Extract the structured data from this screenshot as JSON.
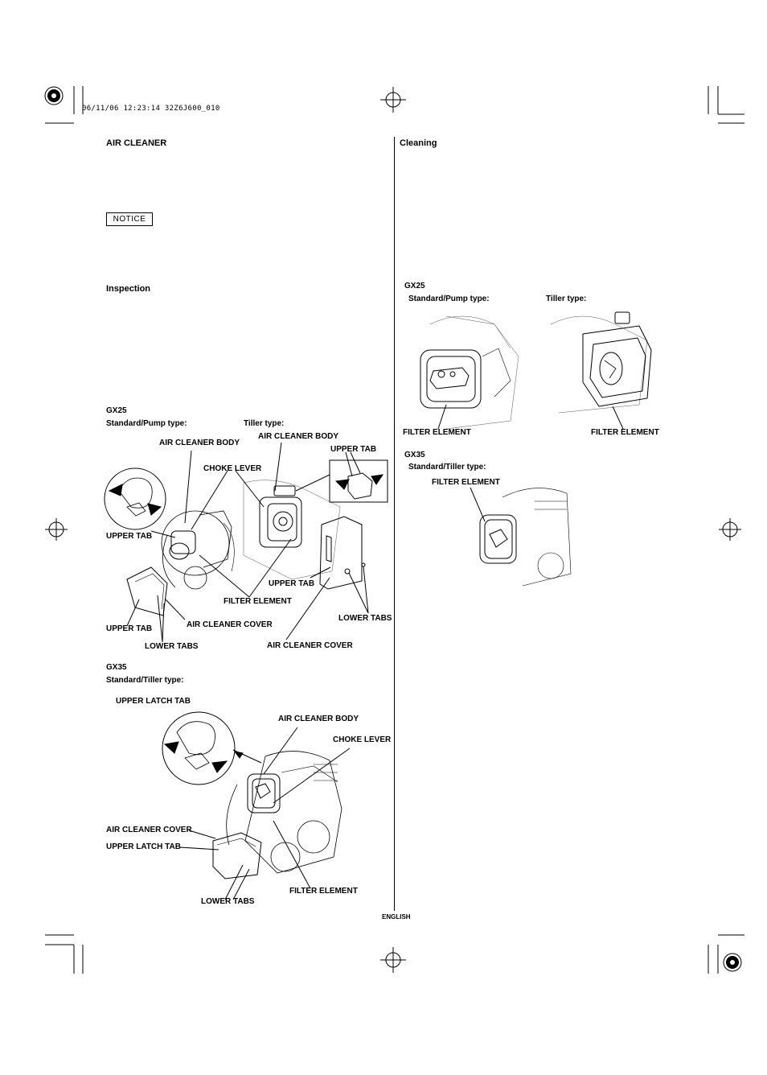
{
  "print_stamp": "06/11/06 12:23:14 32Z6J600_010",
  "left": {
    "title": "AIR CLEANER",
    "notice": "NOTICE",
    "inspection": "Inspection",
    "gx25": {
      "model": "GX25",
      "std_type": "Standard/Pump type:",
      "tiller_type": "Tiller type:",
      "labels": {
        "air_cleaner_body_a": "AIR CLEANER BODY",
        "air_cleaner_body_b": "AIR CLEANER BODY",
        "upper_tab_top": "UPPER TAB",
        "choke_lever": "CHOKE LEVER",
        "upper_tab_left": "UPPER TAB",
        "upper_tab_mid": "UPPER TAB",
        "filter_element": "FILTER ELEMENT",
        "lower_tabs_right": "LOWER TABS",
        "upper_tab_bottom": "UPPER TAB",
        "air_cleaner_cover_a": "AIR CLEANER COVER",
        "lower_tabs_left": "LOWER TABS",
        "air_cleaner_cover_b": "AIR CLEANER COVER"
      }
    },
    "gx35": {
      "model": "GX35",
      "type": "Standard/Tiller type:",
      "labels": {
        "upper_latch_tab_top": "UPPER LATCH TAB",
        "air_cleaner_body": "AIR CLEANER BODY",
        "choke_lever": "CHOKE LEVER",
        "air_cleaner_cover": "AIR CLEANER COVER",
        "upper_latch_tab_bottom": "UPPER LATCH TAB",
        "filter_element": "FILTER ELEMENT",
        "lower_tabs": "LOWER TABS"
      }
    }
  },
  "right": {
    "cleaning": "Cleaning",
    "gx25": {
      "model": "GX25",
      "std_type": "Standard/Pump type:",
      "tiller_type": "Tiller type:",
      "filter_left": "FILTER ELEMENT",
      "filter_right": "FILTER ELEMENT"
    },
    "gx35": {
      "model": "GX35",
      "type": "Standard/Tiller type:",
      "filter": "FILTER ELEMENT"
    }
  },
  "footer": "ENGLISH"
}
